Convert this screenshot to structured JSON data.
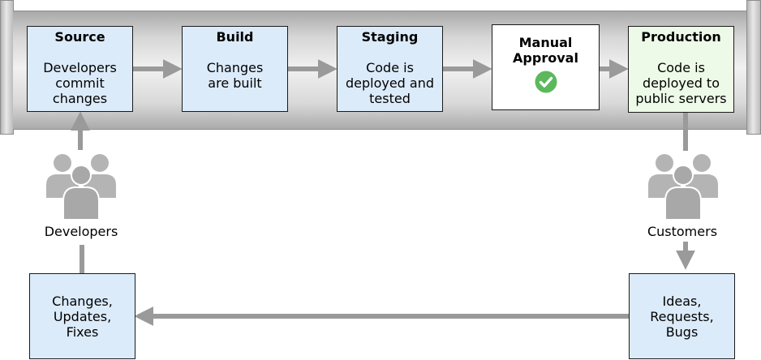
{
  "pipeline": {
    "stages": [
      {
        "title": "Source",
        "desc": "Developers\ncommit\nchanges"
      },
      {
        "title": "Build",
        "desc": "Changes\nare built"
      },
      {
        "title": "Staging",
        "desc": "Code is\ndeployed and\ntested"
      },
      {
        "title": "Manual\nApproval",
        "desc": ""
      },
      {
        "title": "Production",
        "desc": "Code is\ndeployed to\npublic servers"
      }
    ]
  },
  "actors": {
    "developers_label": "Developers",
    "customers_label": "Customers"
  },
  "feedback": {
    "left_box": "Changes,\nUpdates,\nFixes",
    "right_box": "Ideas,\nRequests,\nBugs"
  },
  "icons": {
    "approval": "checkmark-icon",
    "people": "user-group-icon"
  },
  "colors": {
    "box_fill": "#dcebfa",
    "production_fill": "#eefae8",
    "arrow": "#9a9a9a",
    "check": "#5cb85c",
    "person": "#b4b4b4"
  }
}
